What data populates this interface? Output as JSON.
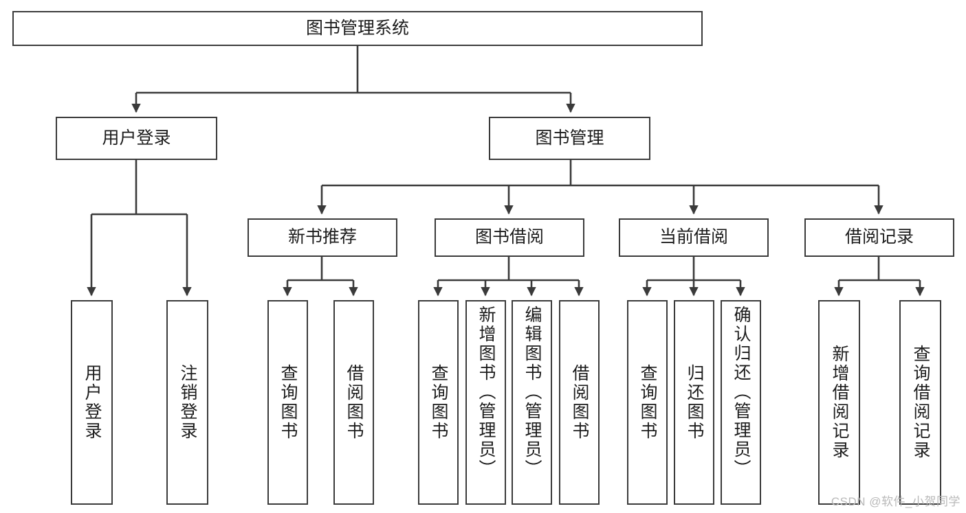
{
  "diagram": {
    "title": "图书管理系统",
    "type": "tree-hierarchy",
    "root": {
      "id": "root",
      "label": "图书管理系统"
    },
    "level2": [
      {
        "id": "user-login",
        "label": "用户登录"
      },
      {
        "id": "book-management",
        "label": "图书管理"
      }
    ],
    "level3": [
      {
        "id": "new-book-recommend",
        "label": "新书推荐",
        "parent": "book-management"
      },
      {
        "id": "book-borrow",
        "label": "图书借阅",
        "parent": "book-management"
      },
      {
        "id": "current-borrow",
        "label": "当前借阅",
        "parent": "book-management"
      },
      {
        "id": "borrow-record",
        "label": "借阅记录",
        "parent": "book-management"
      }
    ],
    "leaves": [
      {
        "id": "leaf-user-login",
        "label": "用户登录",
        "parent": "user-login"
      },
      {
        "id": "leaf-logout-login",
        "label": "注销登录",
        "parent": "user-login"
      },
      {
        "id": "leaf-query-book-1",
        "label": "查询图书",
        "parent": "new-book-recommend"
      },
      {
        "id": "leaf-borrow-book-1",
        "label": "借阅图书",
        "parent": "new-book-recommend"
      },
      {
        "id": "leaf-query-book-2",
        "label": "查询图书",
        "parent": "book-borrow"
      },
      {
        "id": "leaf-add-book",
        "label": "新增图书（管理员）",
        "parent": "book-borrow"
      },
      {
        "id": "leaf-edit-book",
        "label": "编辑图书（管理员）",
        "parent": "book-borrow"
      },
      {
        "id": "leaf-borrow-book-2",
        "label": "借阅图书",
        "parent": "book-borrow"
      },
      {
        "id": "leaf-query-book-3",
        "label": "查询图书",
        "parent": "current-borrow"
      },
      {
        "id": "leaf-return-book",
        "label": "归还图书",
        "parent": "current-borrow"
      },
      {
        "id": "leaf-confirm-return",
        "label": "确认归还（管理员）",
        "parent": "current-borrow"
      },
      {
        "id": "leaf-add-record",
        "label": "新增借阅记录",
        "parent": "borrow-record"
      },
      {
        "id": "leaf-query-record",
        "label": "查询借阅记录",
        "parent": "borrow-record"
      }
    ],
    "colors": {
      "stroke": "#3a3a3a",
      "fill": "#ffffff",
      "text": "#1c1c1c",
      "watermark": "#b9b9b9"
    }
  },
  "watermark": {
    "text": "CSDN @软件_小贺同学"
  }
}
